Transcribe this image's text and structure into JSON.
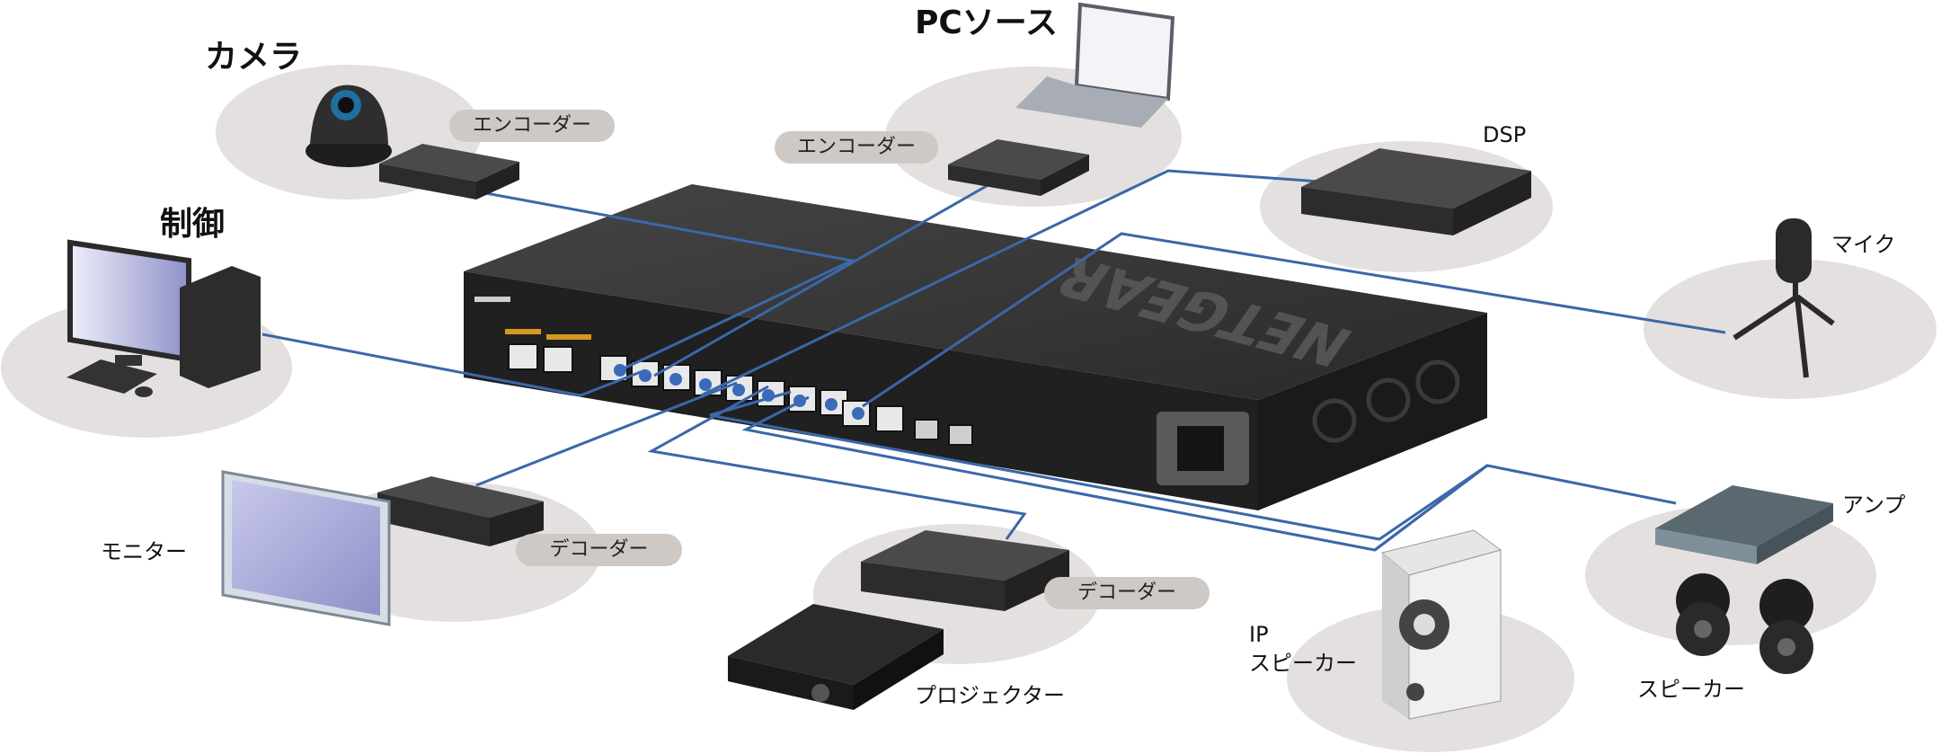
{
  "labels": {
    "camera": "カメラ",
    "pc_source": "PCソース",
    "control": "制御",
    "monitor": "モニター",
    "projector": "プロジェクター",
    "dsp": "DSP",
    "mic": "マイク",
    "amp": "アンプ",
    "ip_speaker_line1": "IP",
    "ip_speaker_line2": "スピーカー",
    "speakers": "スピーカー"
  },
  "pills": {
    "encoder_camera": "エンコーダー",
    "encoder_pc": "エンコーダー",
    "decoder_monitor": "デコーダー",
    "decoder_projector": "デコーダー"
  },
  "switch": {
    "brand": "NETGEAR"
  },
  "colors": {
    "cable": "#3a68a8",
    "ellipse": "#e4e0df",
    "pill": "#cfc9c6",
    "device_dark": "#3a3a3a",
    "port_dot": "#3a6ab8"
  }
}
